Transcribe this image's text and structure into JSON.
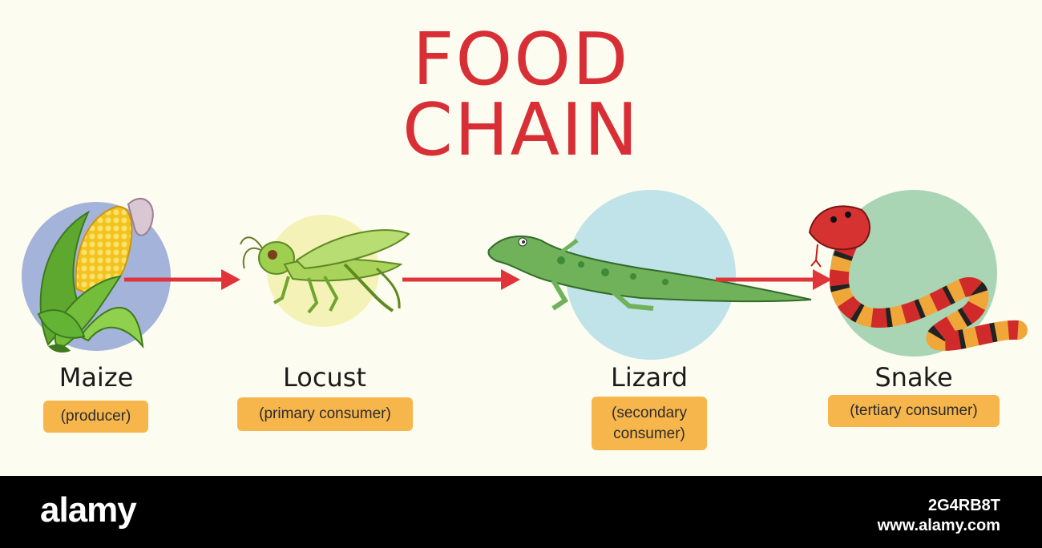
{
  "title": {
    "line1": "FOOD",
    "line2": "CHAIN"
  },
  "organisms": [
    {
      "name": "Maize",
      "role": "(producer)",
      "icon": "maize-icon",
      "circle_color": "#a4b3d9"
    },
    {
      "name": "Locust",
      "role": "(primary consumer)",
      "icon": "locust-icon",
      "circle_color": "#f4f2b6"
    },
    {
      "name": "Lizard",
      "role_line1": "(secondary",
      "role_line2": "consumer)",
      "icon": "lizard-icon",
      "circle_color": "#bfe3e8"
    },
    {
      "name": "Snake",
      "role": "(tertiary consumer)",
      "icon": "snake-icon",
      "circle_color": "#a9d5b4"
    }
  ],
  "arrows": [
    "arrow-maize-to-locust",
    "arrow-locust-to-lizard",
    "arrow-lizard-to-snake"
  ],
  "colors": {
    "title": "#d72f35",
    "arrow": "#e0333a",
    "badge": "#f7b64c",
    "background": "#fdfcf0"
  },
  "watermark": {
    "logo": "alamy",
    "image_id": "2G4RB8T",
    "site": "www.alamy.com"
  }
}
